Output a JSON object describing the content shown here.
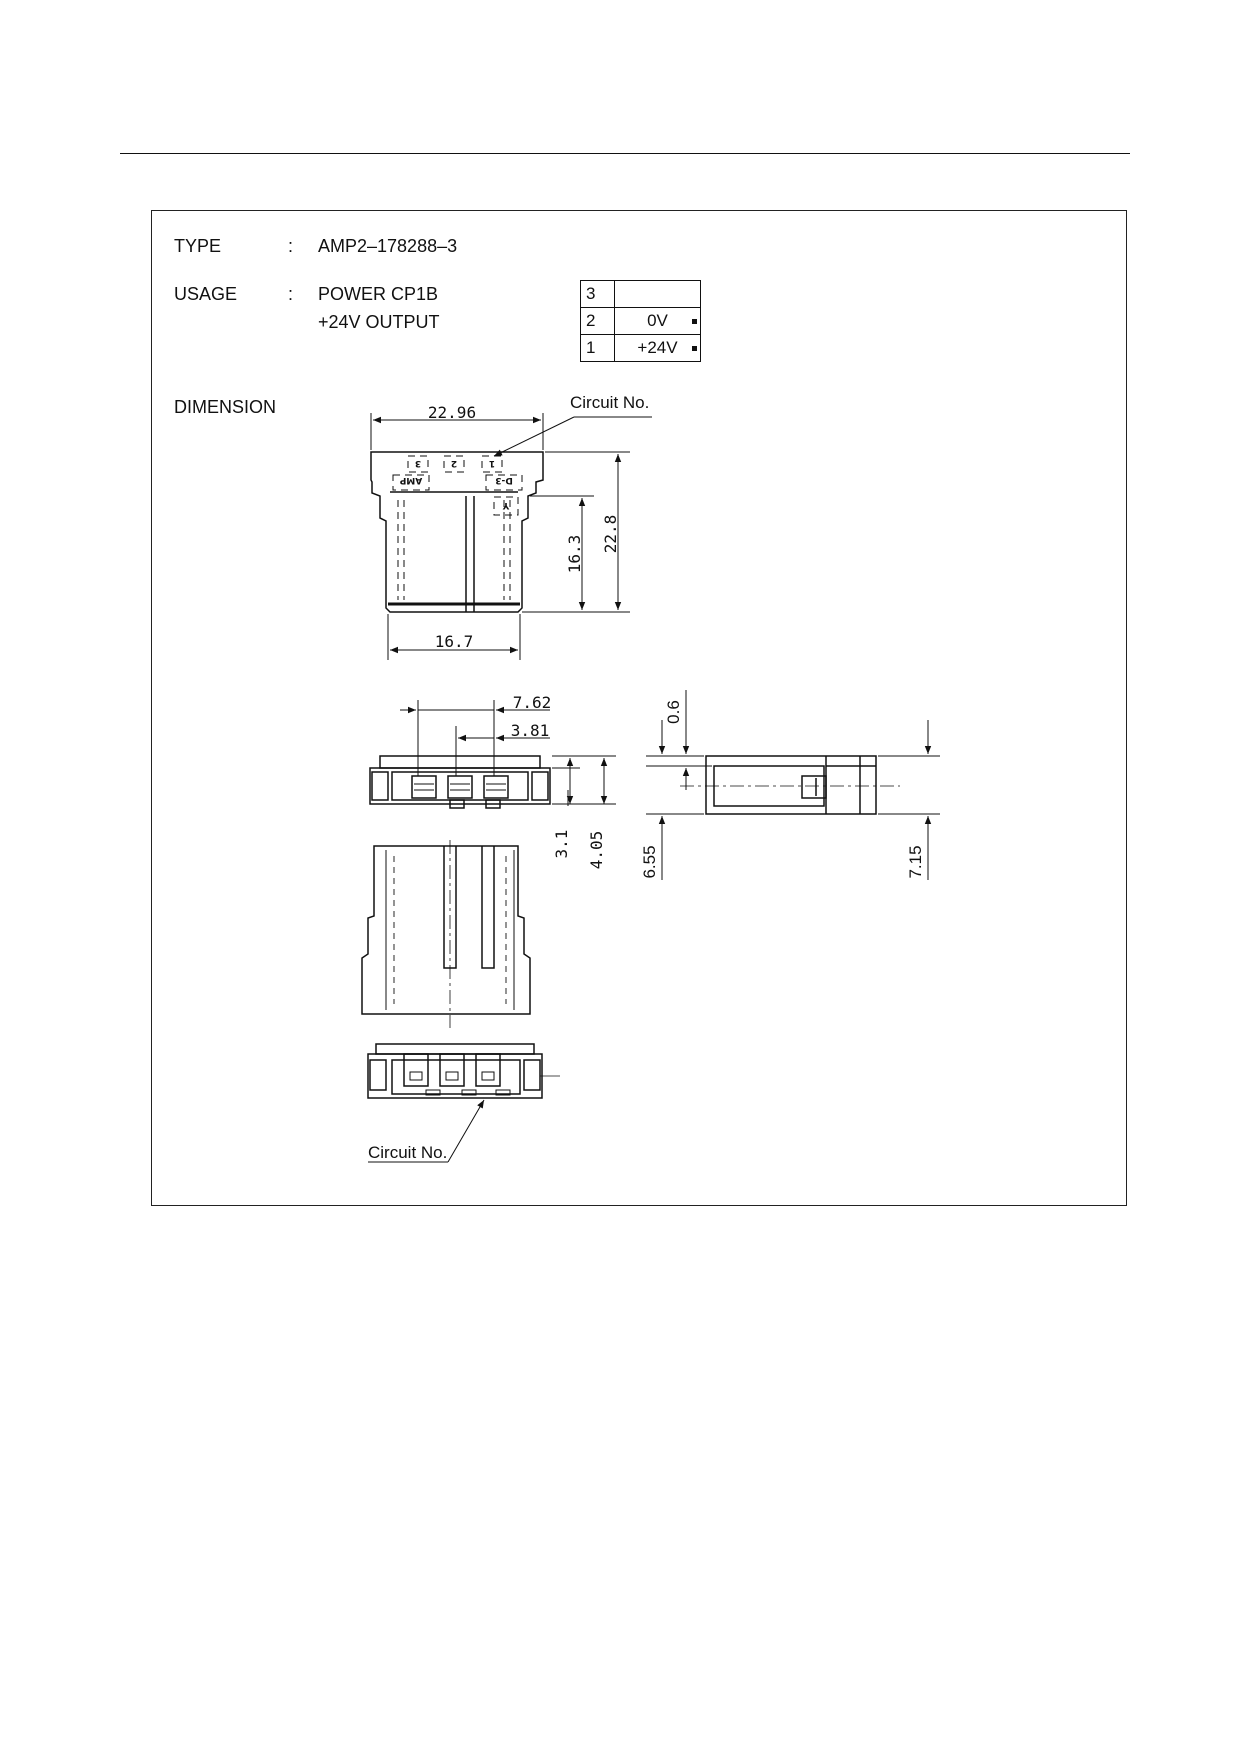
{
  "spec": {
    "type_label": "TYPE",
    "type_colon": ":",
    "type_value": "AMP2–178288–3",
    "usage_label": "USAGE",
    "usage_colon": ":",
    "usage_line1": "POWER CP1B",
    "usage_line2": "+24V OUTPUT",
    "dimension_label": "DIMENSION"
  },
  "pin_table": [
    {
      "pin": "3",
      "signal": ""
    },
    {
      "pin": "2",
      "signal": "0V"
    },
    {
      "pin": "1",
      "signal": "+24V"
    }
  ],
  "callouts": {
    "circuit_no_top": "Circuit No.",
    "circuit_no_bottom": "Circuit No."
  },
  "connector_marks": {
    "cav3": "3",
    "cav2": "2",
    "cav1": "1",
    "amp": "AMP",
    "d3": "D-3",
    "y": "Y"
  },
  "dimensions": {
    "width_overall": "22.96",
    "width_body": "16.7",
    "height_overall": "22.8",
    "height_body": "16.3",
    "pitch_double": "7.62",
    "pitch": "3.81",
    "h_3_1": "3.1",
    "h_4_05": "4.05",
    "side_0_6": "0.6",
    "side_6_55": "6.55",
    "side_7_15": "7.15"
  },
  "colors": {
    "ink": "#111111",
    "paper": "#ffffff"
  }
}
